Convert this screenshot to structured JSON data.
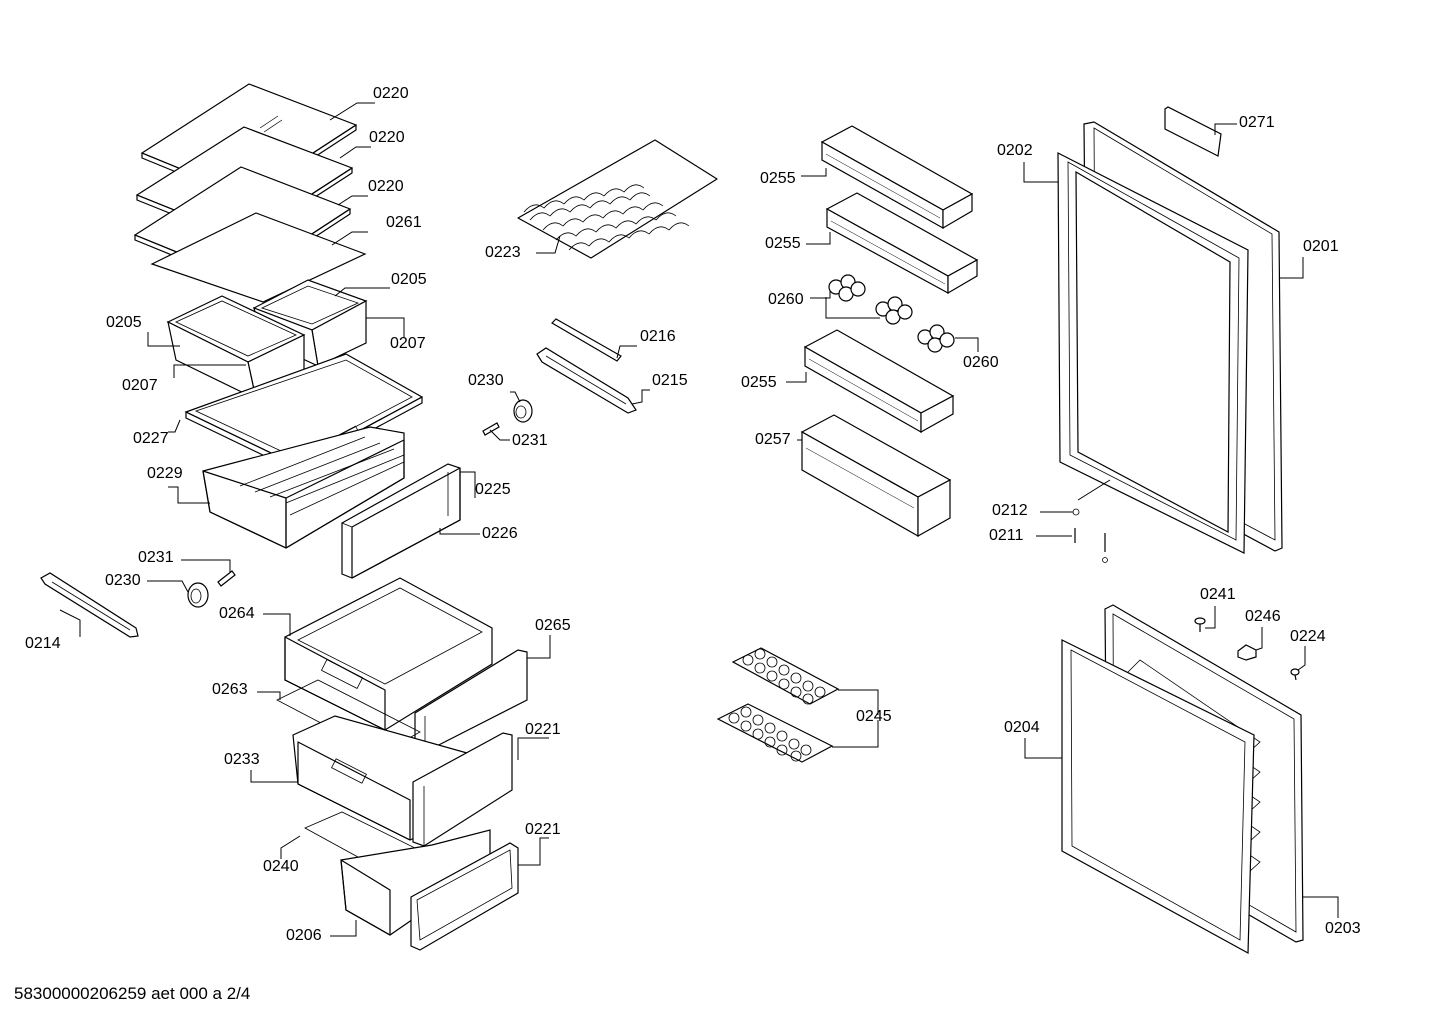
{
  "labels": {
    "l0220a": "0220",
    "l0220b": "0220",
    "l0220c": "0220",
    "l0261": "0261",
    "l0205a": "0205",
    "l0205b": "0205",
    "l0207a": "0207",
    "l0207b": "0207",
    "l0227": "0227",
    "l0229": "0229",
    "l0223": "0223",
    "l0216": "0216",
    "l0215": "0215",
    "l0230a": "0230",
    "l0231a": "0231",
    "l0225": "0225",
    "l0226": "0226",
    "l0231b": "0231",
    "l0230b": "0230",
    "l0214": "0214",
    "l0264": "0264",
    "l0265": "0265",
    "l0263": "0263",
    "l0233": "0233",
    "l0221a": "0221",
    "l0240": "0240",
    "l0221b": "0221",
    "l0206": "0206",
    "l0255a": "0255",
    "l0255b": "0255",
    "l0260a": "0260",
    "l0260b": "0260",
    "l0255c": "0255",
    "l0257": "0257",
    "l0245": "0245",
    "l0202": "0202",
    "l0271": "0271",
    "l0201": "0201",
    "l0212": "0212",
    "l0211": "0211",
    "l0241": "0241",
    "l0246": "0246",
    "l0224": "0224",
    "l0204": "0204",
    "l0203": "0203"
  },
  "footer": "58300000206259 aet 000 a 2/4"
}
